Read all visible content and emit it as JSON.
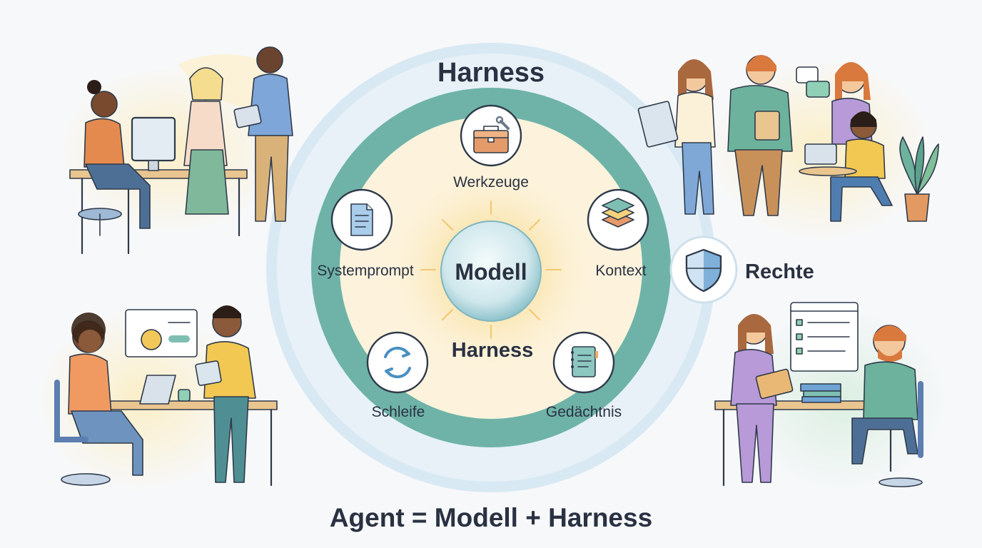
{
  "diagram": {
    "outer_ring_label": "Harness",
    "inner_ring_label": "Harness",
    "center_label": "Modell",
    "components": [
      {
        "id": "tools",
        "label": "Werkzeuge",
        "icon": "toolbox-icon"
      },
      {
        "id": "context",
        "label": "Kontext",
        "icon": "layers-icon"
      },
      {
        "id": "memory",
        "label": "Gedächtnis",
        "icon": "notebook-icon"
      },
      {
        "id": "loop",
        "label": "Schleife",
        "icon": "refresh-icon"
      },
      {
        "id": "systemprompt",
        "label": "Systemprompt",
        "icon": "document-icon"
      }
    ],
    "permissions": {
      "label": "Rechte",
      "icon": "shield-icon"
    },
    "equation": "Agent = Modell + Harness"
  },
  "colors": {
    "outer_ring": "#d3e6f1",
    "teal_ring": "#6fb3a8",
    "inner_fill": "#fdf3dc",
    "center_glow": "#f7d98b",
    "center_core": "#cfe7ec",
    "text": "#2a3142"
  },
  "scenes": [
    {
      "id": "office-top-left",
      "content": "team-at-desktop-computer"
    },
    {
      "id": "office-bottom-left",
      "content": "team-reviewing-chart-on-laptop"
    },
    {
      "id": "office-top-right",
      "content": "team-discussing-with-clipboard-and-plant"
    },
    {
      "id": "office-bottom-right",
      "content": "team-at-desk-with-screen-list"
    }
  ]
}
